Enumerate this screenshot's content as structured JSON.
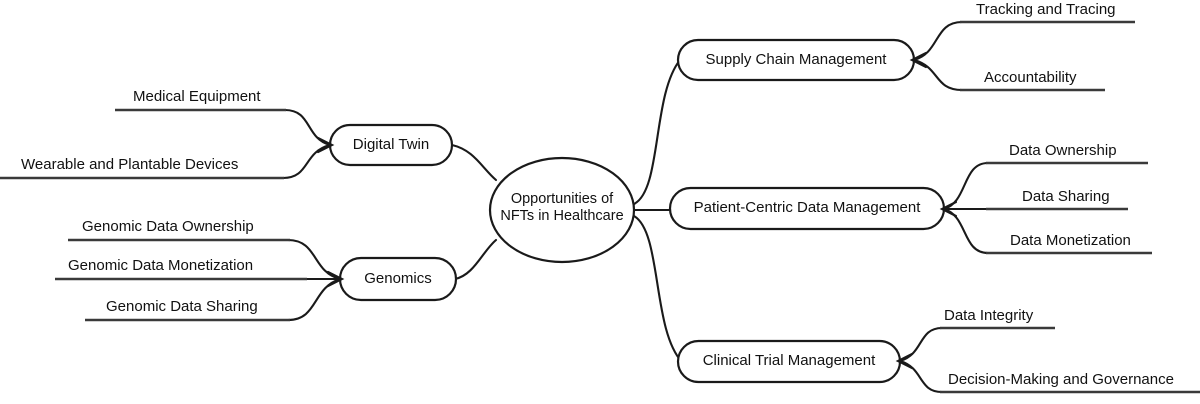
{
  "diagram": {
    "type": "mind-map",
    "title": "Opportunities of NFTs in Healthcare",
    "orientation": "horizontal-bidirectional",
    "colors": {
      "background": "#ffffff",
      "stroke": "#1a1a1a",
      "text": "#111111",
      "underline": "#3a3a3a"
    }
  },
  "root": {
    "label_line1": "Opportunities of",
    "label_line2": "NFTs in Healthcare",
    "shape": "ellipse"
  },
  "branches": {
    "left": [
      {
        "label": "Digital Twin",
        "shape": "rounded-rect",
        "children": [
          {
            "label": "Medical Equipment"
          },
          {
            "label": "Wearable and Plantable Devices"
          }
        ]
      },
      {
        "label": "Genomics",
        "shape": "rounded-rect",
        "children": [
          {
            "label": "Genomic Data Ownership"
          },
          {
            "label": "Genomic Data Monetization"
          },
          {
            "label": "Genomic Data Sharing"
          }
        ]
      }
    ],
    "right": [
      {
        "label": "Supply Chain Management",
        "shape": "rounded-rect",
        "children": [
          {
            "label": "Tracking and Tracing"
          },
          {
            "label": "Accountability"
          }
        ]
      },
      {
        "label": "Patient-Centric Data Management",
        "shape": "rounded-rect",
        "children": [
          {
            "label": "Data Ownership"
          },
          {
            "label": "Data Sharing"
          },
          {
            "label": "Data Monetization"
          }
        ]
      },
      {
        "label": "Clinical Trial Management",
        "shape": "rounded-rect",
        "children": [
          {
            "label": "Data Integrity"
          },
          {
            "label": "Decision-Making and Governance"
          }
        ]
      }
    ]
  }
}
